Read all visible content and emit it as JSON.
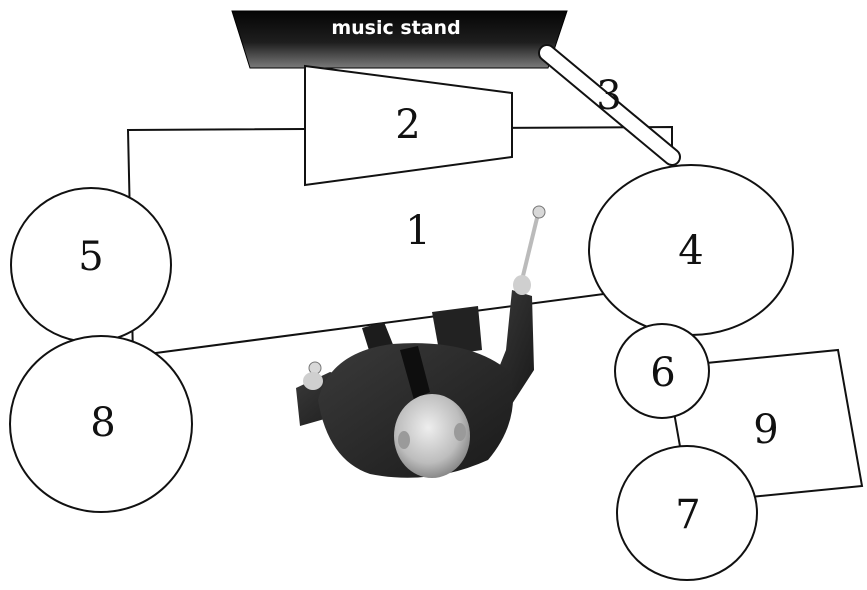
{
  "music_stand": {
    "label": "music stand"
  },
  "instruments": {
    "one": "1",
    "two": "2",
    "three": "3",
    "four": "4",
    "five": "5",
    "six": "6",
    "seven": "7",
    "eight": "8",
    "nine": "9"
  },
  "colors": {
    "stand_dark": "#0b0b0b",
    "stand_light": "#6a6a6a",
    "outline": "#111111",
    "jacket": "#2a2a2a",
    "skin": "#cfcfcf"
  }
}
